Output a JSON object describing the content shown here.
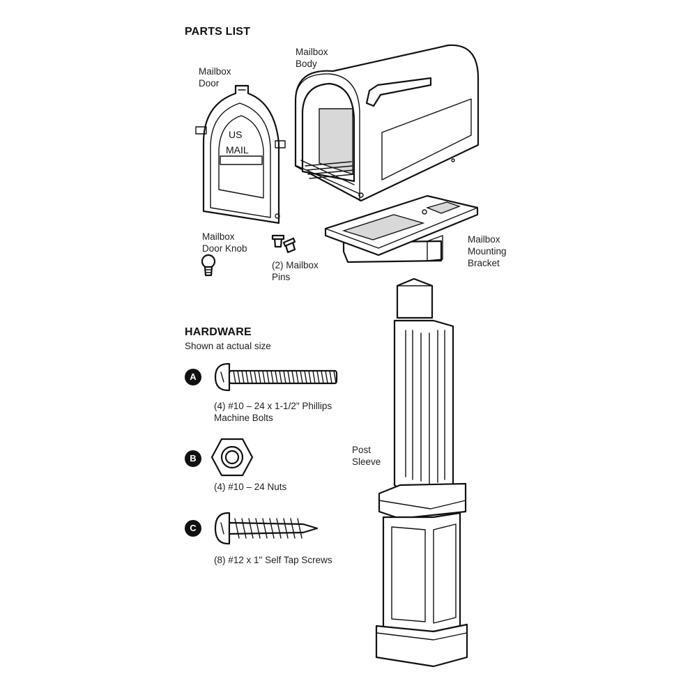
{
  "sections": {
    "parts_list": "PARTS LIST",
    "hardware": "HARDWARE",
    "hardware_note": "Shown at actual size"
  },
  "parts": {
    "mailbox_body": [
      "Mailbox",
      "Body"
    ],
    "mailbox_door": [
      "Mailbox",
      "Door"
    ],
    "door_lettering": [
      "US",
      "MAIL"
    ],
    "door_knob": [
      "Mailbox",
      "Door Knob"
    ],
    "mailbox_pins": [
      "(2) Mailbox",
      "Pins"
    ],
    "mounting_bracket": [
      "Mailbox",
      "Mounting",
      "Bracket"
    ],
    "post_sleeve": [
      "Post",
      "Sleeve"
    ]
  },
  "hardware_items": [
    {
      "letter": "A",
      "lines": [
        "(4) #10 – 24 x 1-1/2\" Phillips",
        "Machine Bolts"
      ],
      "icon": "machine-bolt-icon"
    },
    {
      "letter": "B",
      "lines": [
        "(4) #10 – 24 Nuts"
      ],
      "icon": "hex-nut-icon"
    },
    {
      "letter": "C",
      "lines": [
        "(8) #12 x 1\" Self Tap Screws"
      ],
      "icon": "self-tap-screw-icon"
    }
  ],
  "colors": {
    "line": "#111111",
    "background": "#ffffff",
    "badge": "#111111"
  }
}
